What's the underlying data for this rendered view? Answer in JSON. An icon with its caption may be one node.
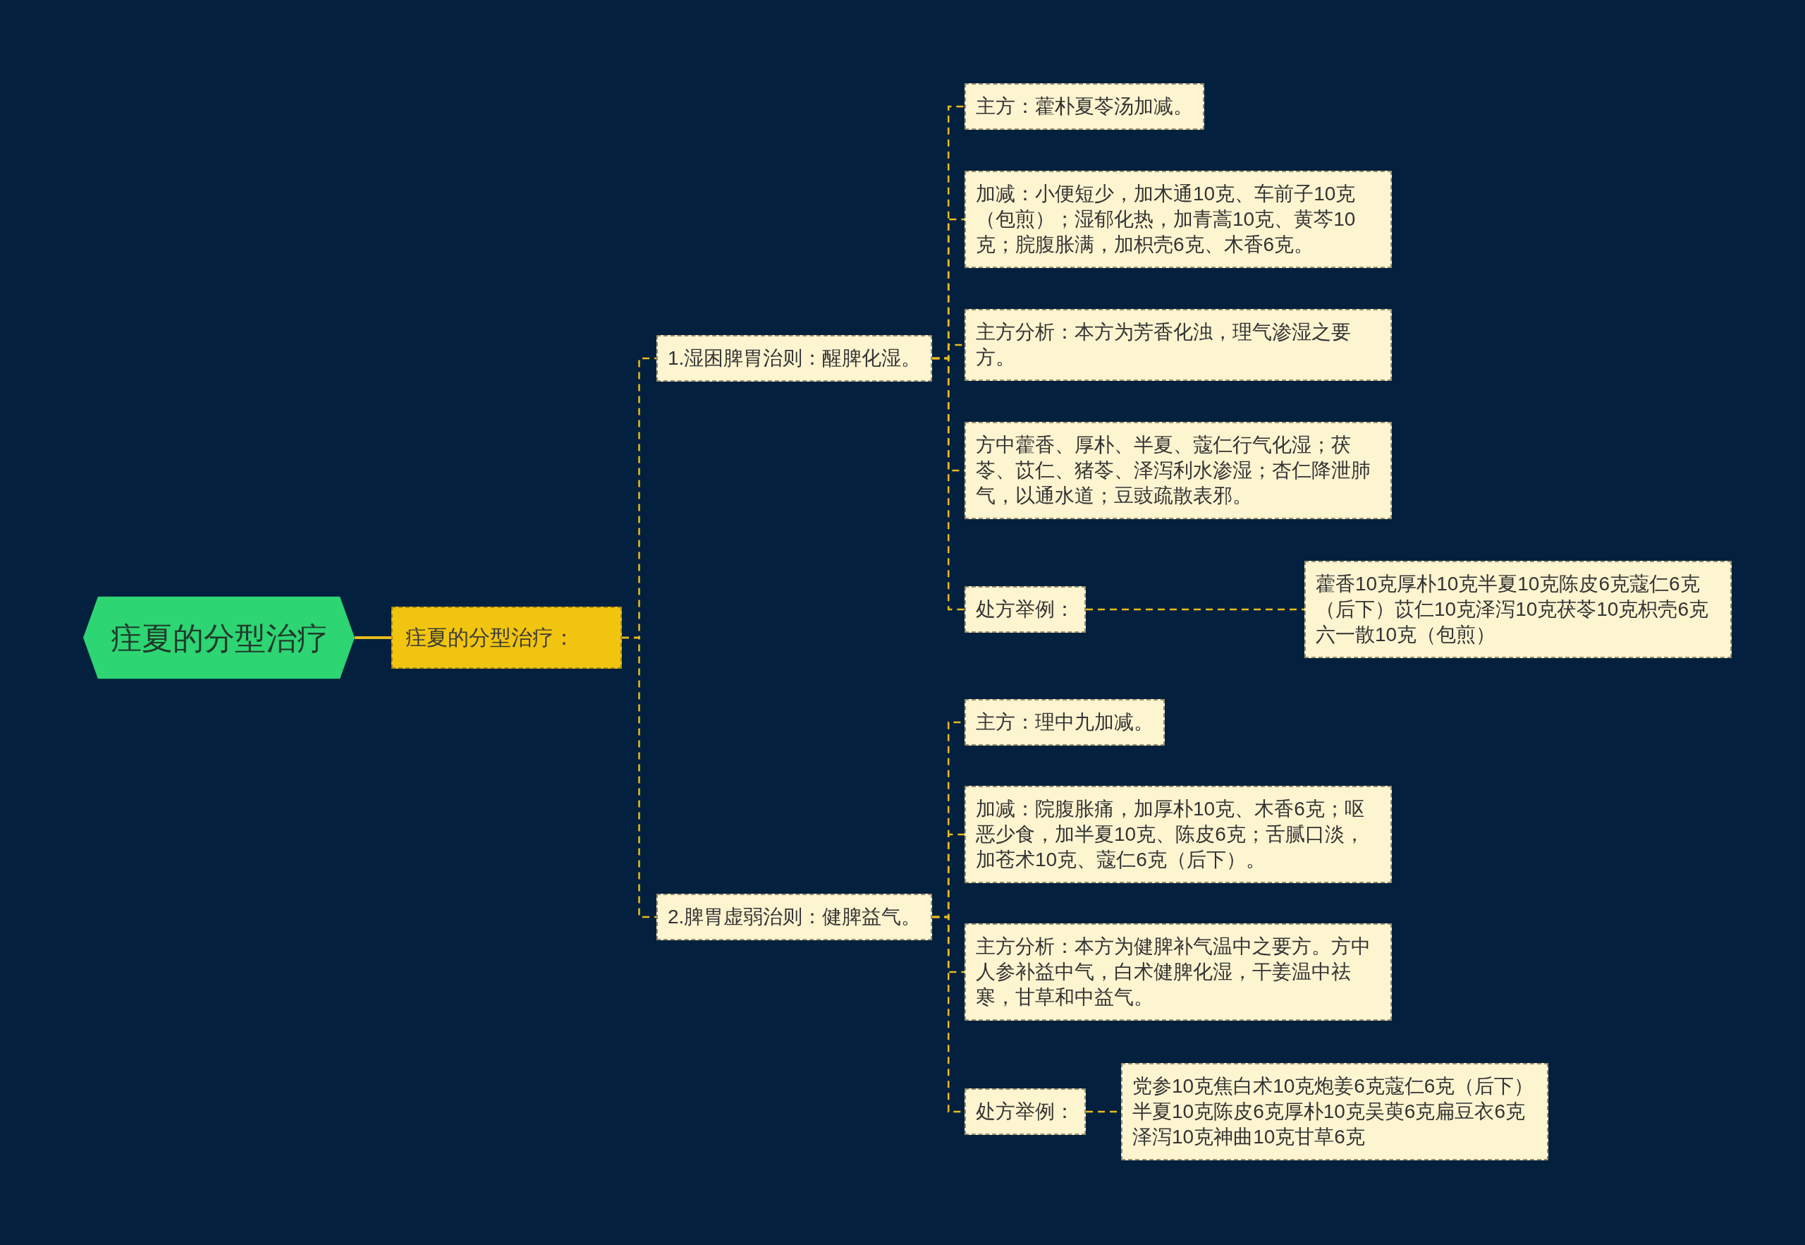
{
  "diagram": {
    "nodes": [
      {
        "text": [
          "疰夏的分型治疗"
        ]
      },
      {
        "text": [
          "疰夏的分型治疗："
        ]
      },
      {
        "text": [
          "1.湿困脾胃治则：醒脾化湿。"
        ]
      },
      {
        "text": [
          "主方：藿朴夏苓汤加减。"
        ]
      },
      {
        "text": [
          "加减：小便短少，加木通10克、车前子10克（包煎）；湿郁化热，加青蒿10克、黄芩10克；脘腹胀满，加枳壳6克、木香6克。"
        ]
      },
      {
        "text": [
          "主方分析：本方为芳香化浊，理气渗湿之要方。"
        ]
      },
      {
        "text": [
          "方中藿香、厚朴、半夏、蔻仁行气化湿；茯苓、苡仁、猪苓、泽泻利水渗湿；杏仁降泄肺气，以通水道；豆豉疏散表邪。"
        ]
      },
      {
        "text": [
          "处方举例："
        ]
      },
      {
        "text": [
          "藿香10克厚朴10克半夏10克陈皮6克蔻仁6克（后下）苡仁10克泽泻10克茯苓10克枳壳6克六一散10克（包煎）"
        ]
      },
      {
        "text": [
          "2.脾胃虚弱治则：健脾益气。"
        ]
      },
      {
        "text": [
          "主方：理中九加减。"
        ]
      },
      {
        "text": [
          "加减：院腹胀痛，加厚朴10克、木香6克；呕恶少食，加半夏10克、陈皮6克；舌腻口淡，加苍术10克、蔻仁6克（后下）。"
        ]
      },
      {
        "text": [
          "主方分析：本方为健脾补气温中之要方。方中人参补益中气，白术健脾化湿，干姜温中祛寒，甘草和中益气。"
        ]
      },
      {
        "text": [
          "处方举例："
        ]
      },
      {
        "text": [
          "党参10克焦白术10克炮姜6克蔻仁6克（后下）半夏10克陈皮6克厚朴10克吴萸6克扁豆衣6克泽泻10克神曲10克甘草6克"
        ]
      }
    ],
    "edges": [
      {
        "from": 0,
        "to": 1,
        "arrow": "none"
      },
      {
        "from": 1,
        "to": 2,
        "arrow": "none",
        "style": "dashed"
      },
      {
        "from": 1,
        "to": 9,
        "arrow": "none",
        "style": "dashed"
      },
      {
        "from": 2,
        "to": 3,
        "arrow": "none",
        "style": "dashed"
      },
      {
        "from": 2,
        "to": 4,
        "arrow": "none",
        "style": "dashed"
      },
      {
        "from": 2,
        "to": 5,
        "arrow": "none",
        "style": "dashed"
      },
      {
        "from": 2,
        "to": 6,
        "arrow": "none",
        "style": "dashed"
      },
      {
        "from": 2,
        "to": 7,
        "arrow": "none",
        "style": "dashed"
      },
      {
        "from": 7,
        "to": 8,
        "arrow": "none",
        "style": "dashed"
      },
      {
        "from": 9,
        "to": 10,
        "arrow": "none",
        "style": "dashed"
      },
      {
        "from": 9,
        "to": 11,
        "arrow": "none",
        "style": "dashed"
      },
      {
        "from": 9,
        "to": 12,
        "arrow": "none",
        "style": "dashed"
      },
      {
        "from": 9,
        "to": 13,
        "arrow": "none",
        "style": "dashed"
      },
      {
        "from": 13,
        "to": 14,
        "arrow": "none",
        "style": "dashed"
      }
    ]
  }
}
